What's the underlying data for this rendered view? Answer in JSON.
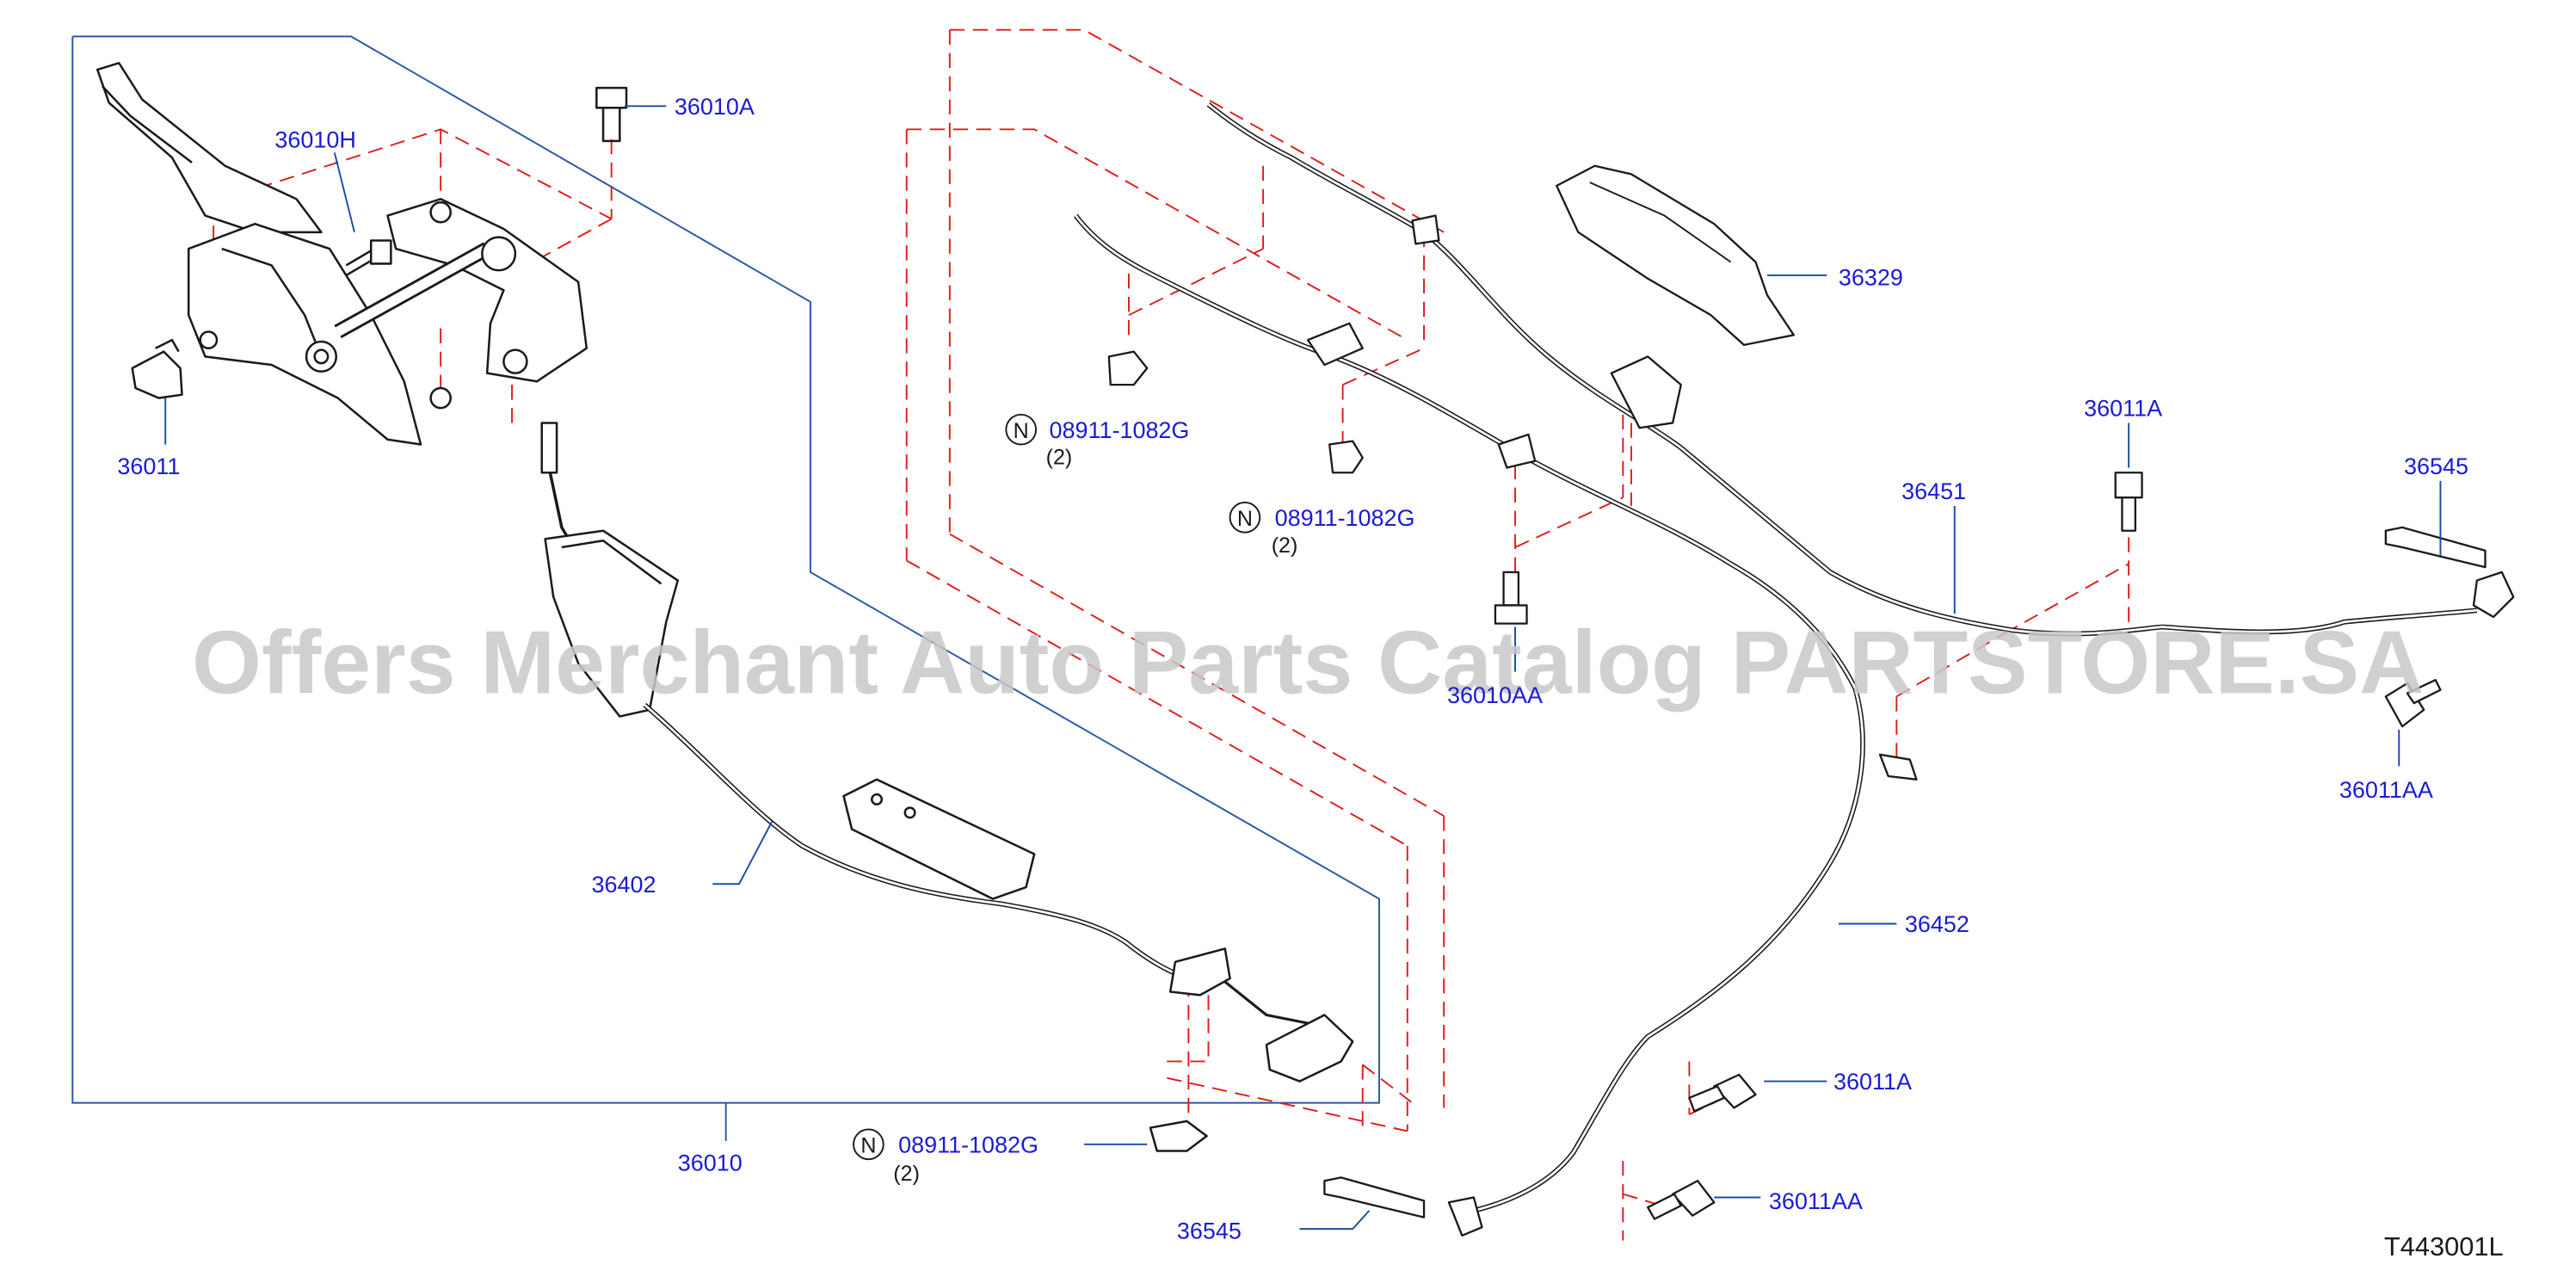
{
  "colors": {
    "part_label": "#1a1ad6",
    "frame_line": "#2a55a8",
    "dash_line": "#e01b1b",
    "drawing": "#1a1a1a",
    "watermark": "#c8c8c8"
  },
  "labels": {
    "p36010A": "36010A",
    "p36010H": "36010H",
    "p36011": "36011",
    "p36329": "36329",
    "p36011A_top": "36011A",
    "p36545_top": "36545",
    "p36451": "36451",
    "n08911_a": "08911-1082G",
    "n08911_b": "08911-1082G",
    "n08911_c": "08911-1082G",
    "qty_a": "(2)",
    "qty_b": "(2)",
    "qty_c": "(2)",
    "p36010AA": "36010AA",
    "p36011AA_right": "36011AA",
    "p36402": "36402",
    "p36452": "36452",
    "p36011A_bottom": "36011A",
    "p36011AA_bottom": "36011AA",
    "p36010": "36010",
    "p36545_bottom": "36545",
    "n_symbol": "N"
  },
  "diagram_code": "T443001L",
  "watermark": "Offers Merchant Auto Parts Catalog PARTSTORE.SA"
}
